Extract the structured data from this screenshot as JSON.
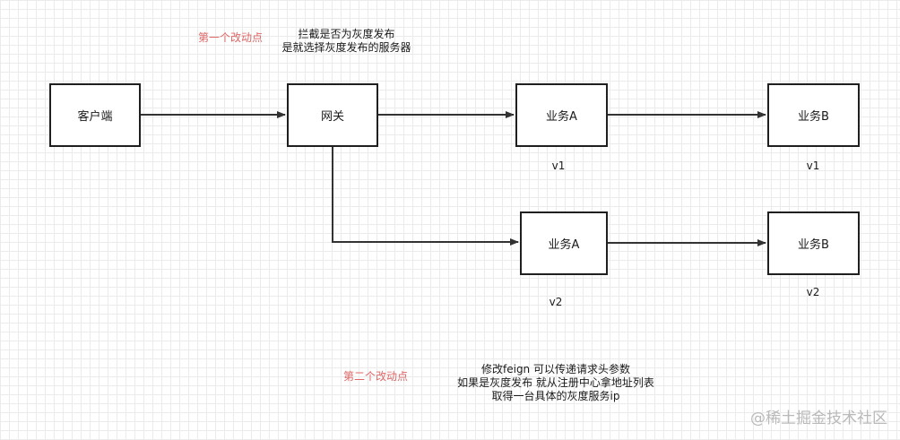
{
  "nodes": {
    "client": "客户端",
    "gateway": "网关",
    "service_a_v1": "业务A",
    "service_b_v1": "业务B",
    "service_a_v2": "业务A",
    "service_b_v2": "业务B"
  },
  "versions": {
    "a_v1": "v1",
    "b_v1": "v1",
    "a_v2": "v2",
    "b_v2": "v2"
  },
  "annotations": {
    "first_change_point": "第一个改动点",
    "first_change_desc": [
      "拦截是否为灰度发布",
      "是就选择灰度发布的服务器"
    ],
    "second_change_point": "第二个改动点",
    "second_change_desc": [
      "修改feign 可以传递请求头参数",
      "如果是灰度发布 就从注册中心拿地址列表",
      "取得一台具体的灰度服务ip"
    ]
  },
  "watermark": "@稀土掘金技术社区",
  "colors": {
    "grid": "#ebebeb",
    "stroke": "#1f1f1f",
    "highlight": "#e06666",
    "watermark": "#b9b9b9"
  }
}
